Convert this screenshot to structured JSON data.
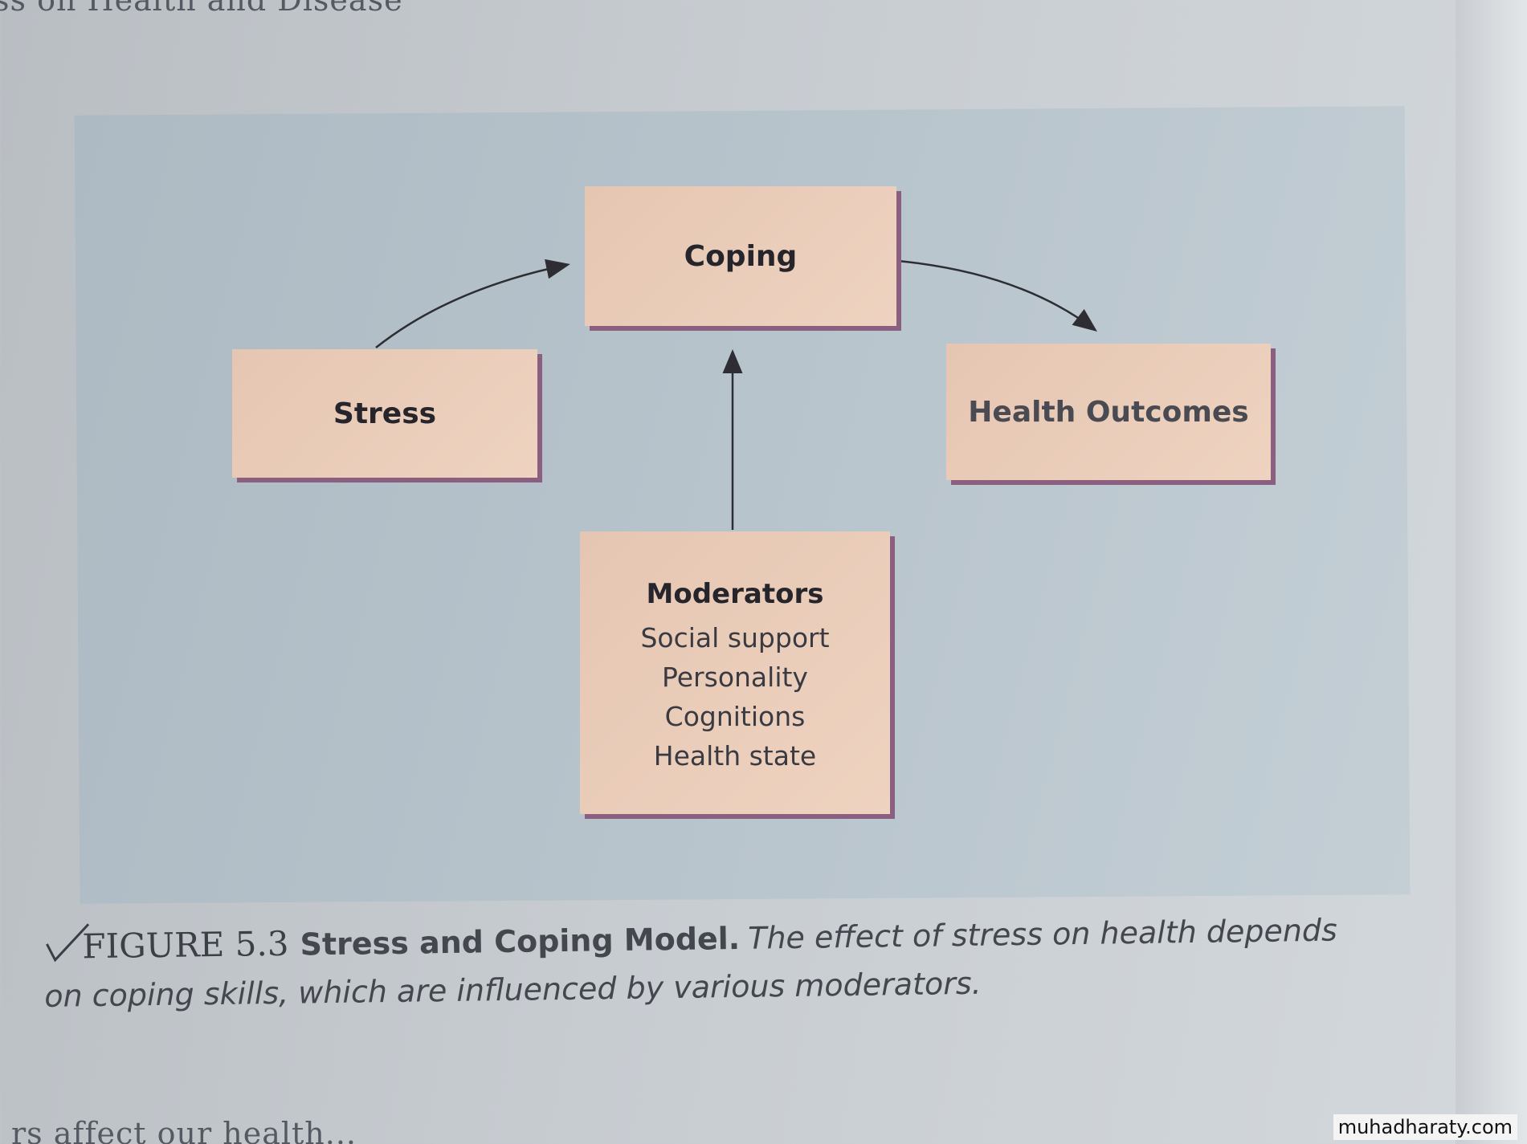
{
  "header": {
    "text": "ss on Health and Disease"
  },
  "diagram": {
    "nodes": {
      "coping": "Coping",
      "stress": "Stress",
      "health_outcomes": "Health Outcomes",
      "moderators": {
        "title": "Moderators",
        "items": [
          "Social support",
          "Personality",
          "Cognitions",
          "Health state"
        ]
      }
    },
    "edges": [
      {
        "from": "Stress",
        "to": "Coping"
      },
      {
        "from": "Coping",
        "to": "Health Outcomes"
      },
      {
        "from": "Moderators",
        "to": "Coping"
      }
    ],
    "colors": {
      "node_fill": "#ebcdb9",
      "node_shadow": "#8a5f80",
      "panel": "#b8c4cc",
      "arrow": "#2d2d33"
    }
  },
  "caption": {
    "label": "FIGURE 5.3",
    "title": "Stress and Coping Model.",
    "description": "The effect of stress on health depends on coping skills, which are influenced by various moderators.",
    "check_icon": "checkmark-icon"
  },
  "footer": {
    "text": "rs affect our health..."
  },
  "watermark": "muhadharaty.com"
}
